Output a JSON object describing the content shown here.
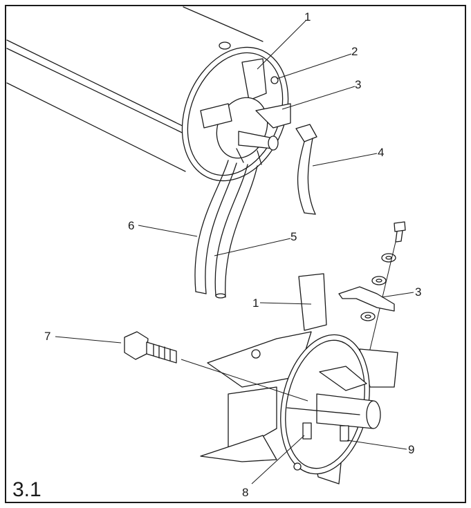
{
  "figure": {
    "label": "3.1",
    "callouts": {
      "c1_top": "1",
      "c2": "2",
      "c3_top": "3",
      "c4": "4",
      "c5": "5",
      "c6": "6",
      "c1_bottom": "1",
      "c3_bottom": "3",
      "c7": "7",
      "c8": "8",
      "c9": "9"
    }
  }
}
